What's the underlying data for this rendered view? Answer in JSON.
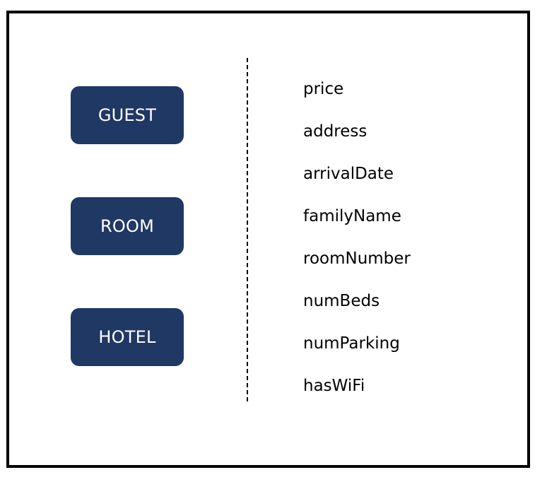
{
  "colors": {
    "entity_fill": "#1f3864",
    "entity_text": "#ffffff",
    "border": "#000000",
    "attribute_text": "#000000"
  },
  "entities": [
    {
      "label": "GUEST"
    },
    {
      "label": "ROOM"
    },
    {
      "label": "HOTEL"
    }
  ],
  "attributes": [
    {
      "label": "price"
    },
    {
      "label": "address"
    },
    {
      "label": "arrivalDate"
    },
    {
      "label": "familyName"
    },
    {
      "label": "roomNumber"
    },
    {
      "label": "numBeds"
    },
    {
      "label": "numParking"
    },
    {
      "label": "hasWiFi"
    }
  ]
}
